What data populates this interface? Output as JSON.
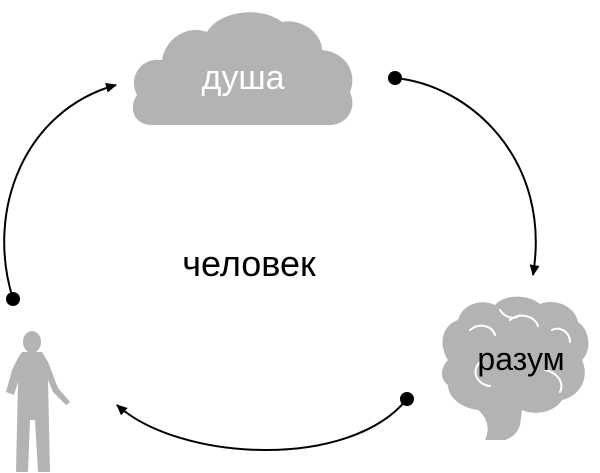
{
  "labels": {
    "soul": "душа",
    "mind": "разум",
    "person": "человек"
  },
  "icons": {
    "soul": "cloud-icon",
    "mind": "brain-icon",
    "person": "person-silhouette-icon"
  },
  "colors": {
    "shape_fill": "#b3b3b3",
    "stroke": "#000000",
    "cloud_text": "#ffffff",
    "text": "#000000"
  }
}
